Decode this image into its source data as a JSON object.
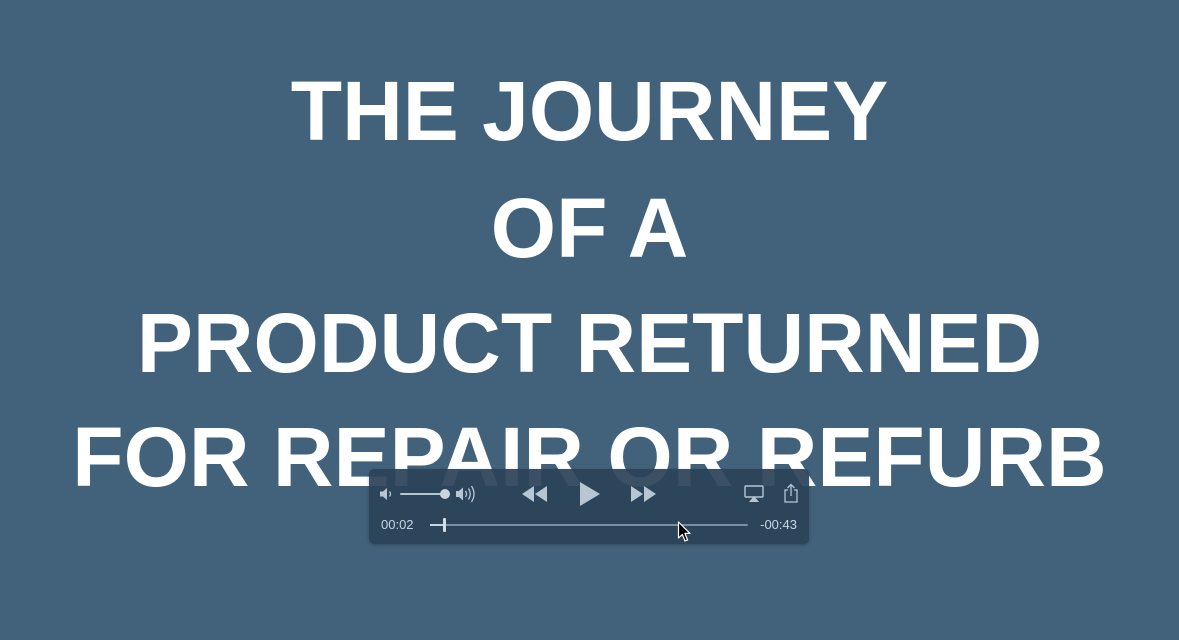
{
  "video": {
    "title_lines": [
      "THE JOURNEY",
      "OF A",
      "PRODUCT RETURNED",
      "FOR REPAIR OR REFURB"
    ],
    "background_color": "#42627b"
  },
  "player": {
    "elapsed_time": "00:02",
    "remaining_time": "-00:43",
    "progress_fraction": 0.044,
    "volume_fraction": 0.9,
    "state": "paused",
    "icons": {
      "volume_low": "speaker-low-icon",
      "volume_high": "speaker-high-icon",
      "rewind": "rewind-icon",
      "play": "play-icon",
      "fast_forward": "fast-forward-icon",
      "airplay": "airplay-icon",
      "share": "share-icon"
    }
  },
  "cursor": {
    "icon": "mouse-pointer-icon"
  }
}
